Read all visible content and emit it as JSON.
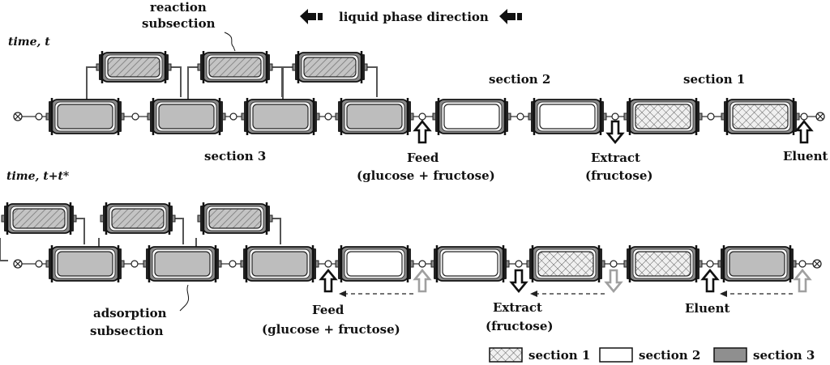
{
  "header": {
    "direction_label": "liquid phase direction",
    "reaction_label_line1": "reaction",
    "reaction_label_line2": "subsection"
  },
  "top_row": {
    "time_label": "time, t",
    "section1_label": "section 1",
    "section2_label": "section 2",
    "section3_label": "section 3",
    "feed_label": "Feed",
    "feed_sub_label": "(glucose + fructose)",
    "extract_label": "Extract",
    "extract_sub_label": "(fructose)",
    "eluent_label": "Eluent"
  },
  "bottom_row": {
    "time_label": "time, t+t*",
    "feed_label": "Feed",
    "feed_sub_label": "(glucose + fructose)",
    "extract_label": "Extract",
    "extract_sub_label": "(fructose)",
    "eluent_label": "Eluent",
    "adsorption_label_line1": "adsorption",
    "adsorption_label_line2": "subsection"
  },
  "legend": [
    {
      "label": "section 1",
      "fill": "crosshatch"
    },
    {
      "label": "section 2",
      "fill": "white"
    },
    {
      "label": "section 3",
      "fill": "gray"
    }
  ],
  "colors": {
    "section1_fill": "#e6e6e6",
    "section2_fill": "#ffffff",
    "section3_fill": "#bdbdbd",
    "reactor_fill": "#a8a8a8",
    "shifted_port": "#a0a0a0"
  }
}
